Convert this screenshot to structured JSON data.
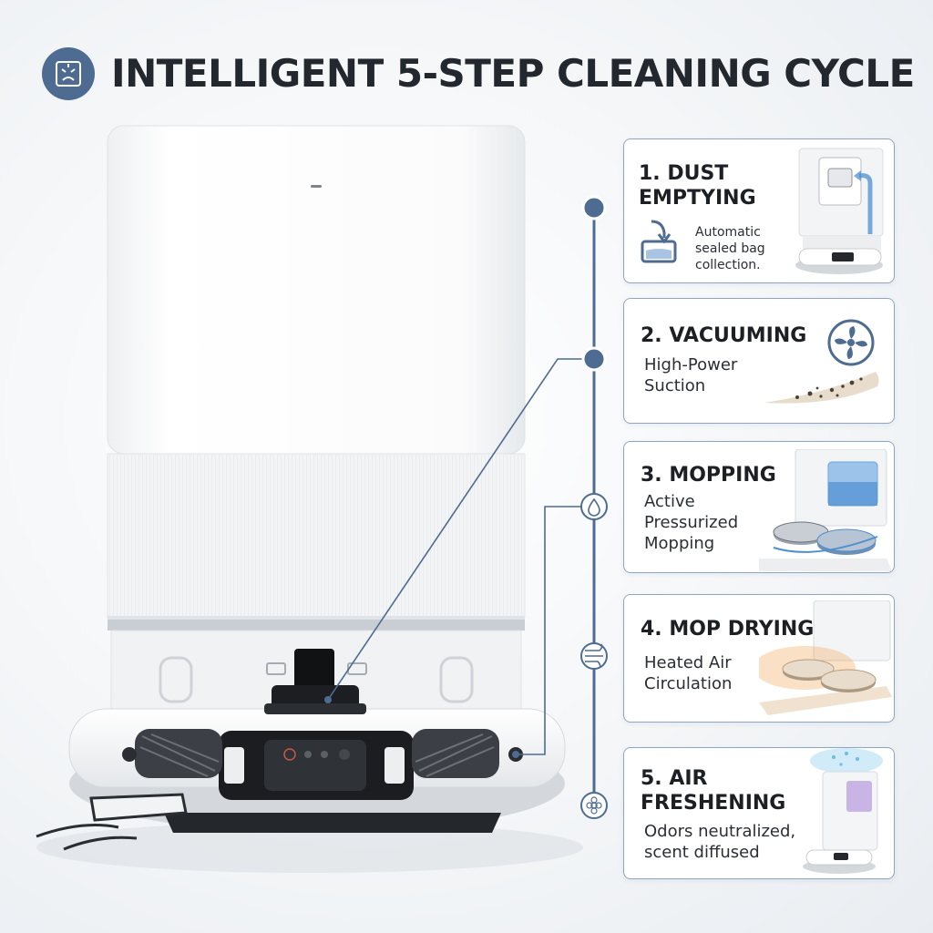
{
  "header": {
    "title": "INTELLIGENT 5-STEP CLEANING CYCLE",
    "icon": "robot-cleaning-icon"
  },
  "colors": {
    "accent": "#4e6b91",
    "card_border": "#8fa6c2",
    "water": "#5b9bd5",
    "heat": "#f2a65a"
  },
  "steps": [
    {
      "title": "1. DUST\nEMPTYING",
      "description": "Automatic\nsealed bag\ncollection.",
      "icon": "bin-download-icon"
    },
    {
      "title": "2. VACUUMING",
      "description": "High-Power\nSuction",
      "icon": "fan-icon"
    },
    {
      "title": "3. MOPPING",
      "description": "Active\nPressurized\nMopping",
      "icon": "water-drop-icon"
    },
    {
      "title": "4. MOP DRYING",
      "description": "Heated Air\nCirculation",
      "icon": "wind-icon"
    },
    {
      "title": "5. AIR\nFRESHENING",
      "description": "Odors neutralized,\nscent diffused",
      "icon": "flower-icon"
    }
  ]
}
